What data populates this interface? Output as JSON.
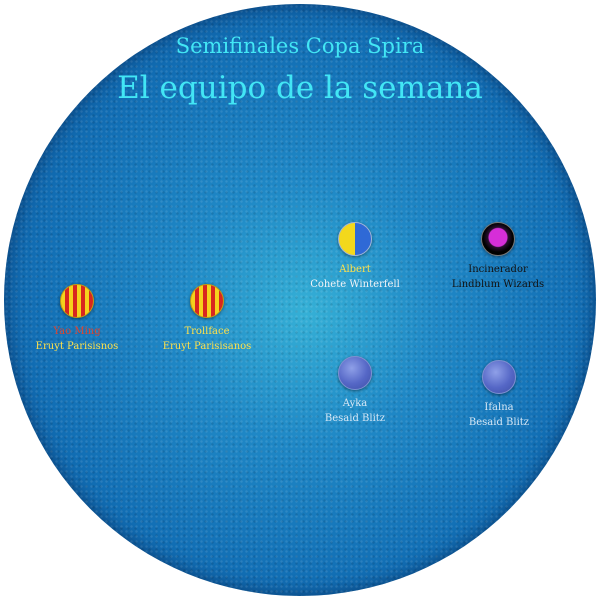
{
  "header": {
    "subtitle": "Semifinales Copa Spira",
    "title": "El equipo de la semana"
  },
  "players": [
    {
      "badge_icon": "red-yellow-striped-badge-icon",
      "name": "Yao Ming",
      "team": "Eruyt Parisisnos"
    },
    {
      "badge_icon": "red-yellow-striped-badge-icon",
      "name": "Trollface",
      "team": "Eruyt Parisisanos"
    },
    {
      "badge_icon": "yellow-blue-half-badge-icon",
      "name": "Albert",
      "team": "Cohete Winterfell"
    },
    {
      "badge_icon": "black-magenta-badge-icon",
      "name": "Incinerador",
      "team": "Lindblum Wizards"
    },
    {
      "badge_icon": "blue-badge-icon",
      "name": "Ayka",
      "team": "Besaid Blitz"
    },
    {
      "badge_icon": "blue-badge-icon",
      "name": "Ifalna",
      "team": "Besaid Blitz"
    }
  ],
  "colors": {
    "title": "#42e6f5",
    "background_center": "#35b0d6",
    "background_edge": "#0a4f92"
  }
}
